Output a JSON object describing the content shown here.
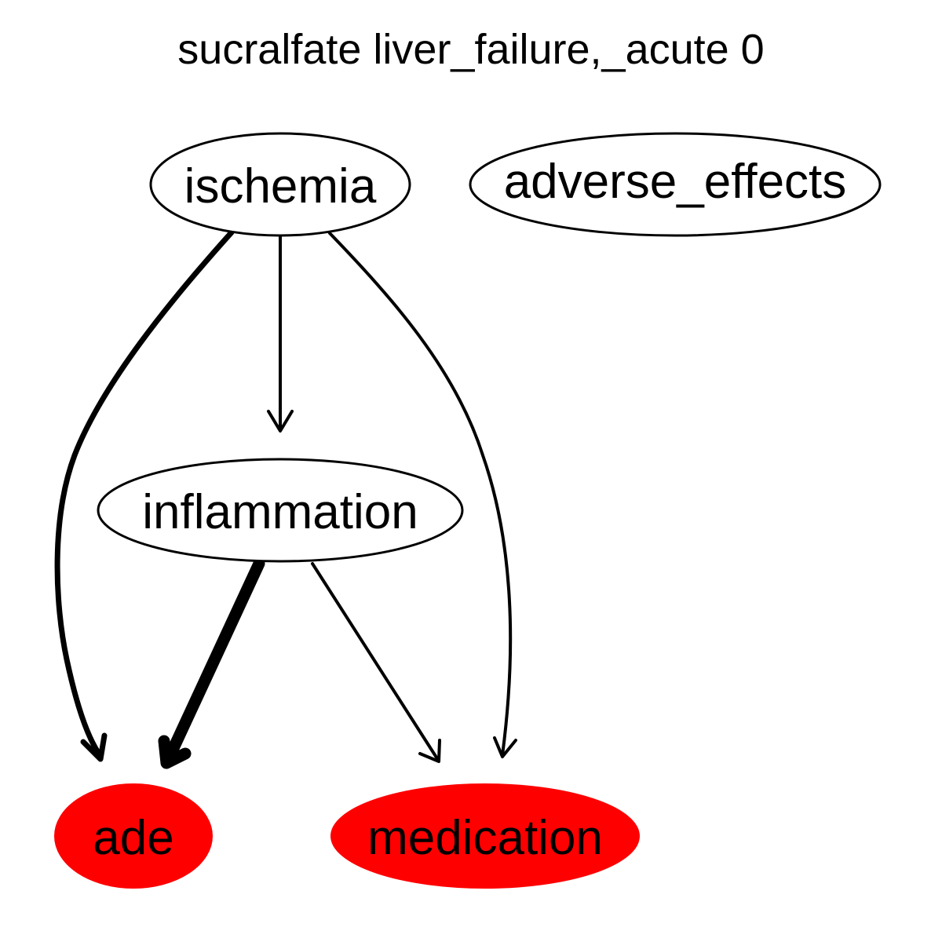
{
  "title": "sucralfate liver_failure,_acute 0",
  "colors": {
    "outcome_fill": "#ff0000",
    "default_fill": "#ffffff",
    "stroke": "#000000"
  },
  "nodes": {
    "ischemia": {
      "label": "ischemia",
      "highlighted": false
    },
    "adverse_effects": {
      "label": "adverse_effects",
      "highlighted": false
    },
    "inflammation": {
      "label": "inflammation",
      "highlighted": false
    },
    "ade": {
      "label": "ade",
      "highlighted": true
    },
    "medication": {
      "label": "medication",
      "highlighted": true
    }
  },
  "edges": [
    {
      "from": "ischemia",
      "to": "ade",
      "weight": "medium"
    },
    {
      "from": "ischemia",
      "to": "inflammation",
      "weight": "thin"
    },
    {
      "from": "ischemia",
      "to": "medication",
      "weight": "thin"
    },
    {
      "from": "inflammation",
      "to": "ade",
      "weight": "heavy"
    },
    {
      "from": "inflammation",
      "to": "medication",
      "weight": "thin"
    }
  ]
}
